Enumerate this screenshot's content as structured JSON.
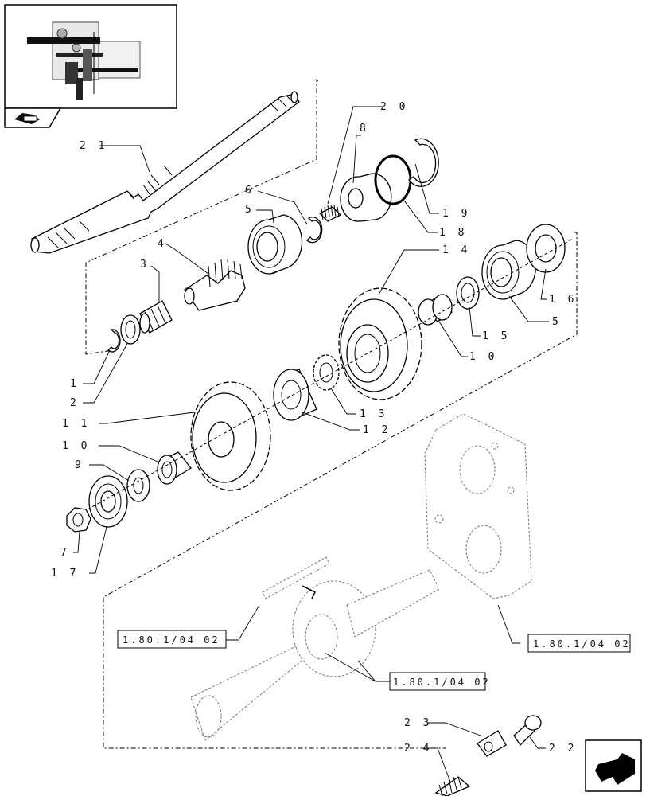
{
  "callouts": [
    {
      "id": "21",
      "label": "2 1"
    },
    {
      "id": "20",
      "label": "2 0"
    },
    {
      "id": "8",
      "label": "8"
    },
    {
      "id": "6",
      "label": "6"
    },
    {
      "id": "5a",
      "label": "5"
    },
    {
      "id": "19",
      "label": "1 9"
    },
    {
      "id": "18",
      "label": "1 8"
    },
    {
      "id": "4",
      "label": "4"
    },
    {
      "id": "3",
      "label": "3"
    },
    {
      "id": "14",
      "label": "1 4"
    },
    {
      "id": "16",
      "label": "1 6"
    },
    {
      "id": "5b",
      "label": "5"
    },
    {
      "id": "15",
      "label": "1 5"
    },
    {
      "id": "10a",
      "label": "1 0"
    },
    {
      "id": "1",
      "label": "1"
    },
    {
      "id": "2",
      "label": "2"
    },
    {
      "id": "13",
      "label": "1 3"
    },
    {
      "id": "11",
      "label": "1 1"
    },
    {
      "id": "12",
      "label": "1 2"
    },
    {
      "id": "10b",
      "label": "1 0"
    },
    {
      "id": "9",
      "label": "9"
    },
    {
      "id": "7",
      "label": "7"
    },
    {
      "id": "17",
      "label": "1 7"
    },
    {
      "id": "23",
      "label": "2 3"
    },
    {
      "id": "24",
      "label": "2 4"
    },
    {
      "id": "22",
      "label": "2 2"
    }
  ],
  "references": [
    {
      "id": "ref-left",
      "label": "1.80.1/04 02"
    },
    {
      "id": "ref-center",
      "label": "1.80.1/04 02"
    },
    {
      "id": "ref-right",
      "label": "1.80.1/04 02"
    }
  ],
  "icons": {
    "thumbnail": "assembly-thumbnail-icon",
    "section": "tractor-section-icon",
    "navigation": "next-page-arrow-icon"
  }
}
